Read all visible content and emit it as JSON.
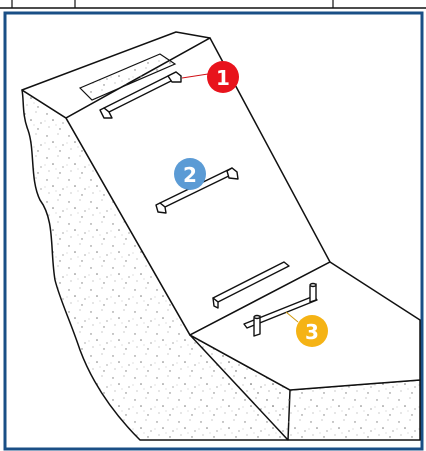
{
  "colors": {
    "frame_border": "#1a4f86",
    "line": "#111111",
    "concrete_fill": "#ffffff",
    "speckle": "#777777",
    "badge_1": "#e8131c",
    "badge_2": "#5b9bd5",
    "badge_3": "#f5b315"
  },
  "callouts": [
    {
      "number": "1",
      "color_key": "badge_1"
    },
    {
      "number": "2",
      "color_key": "badge_2"
    },
    {
      "number": "3",
      "color_key": "badge_3"
    }
  ]
}
